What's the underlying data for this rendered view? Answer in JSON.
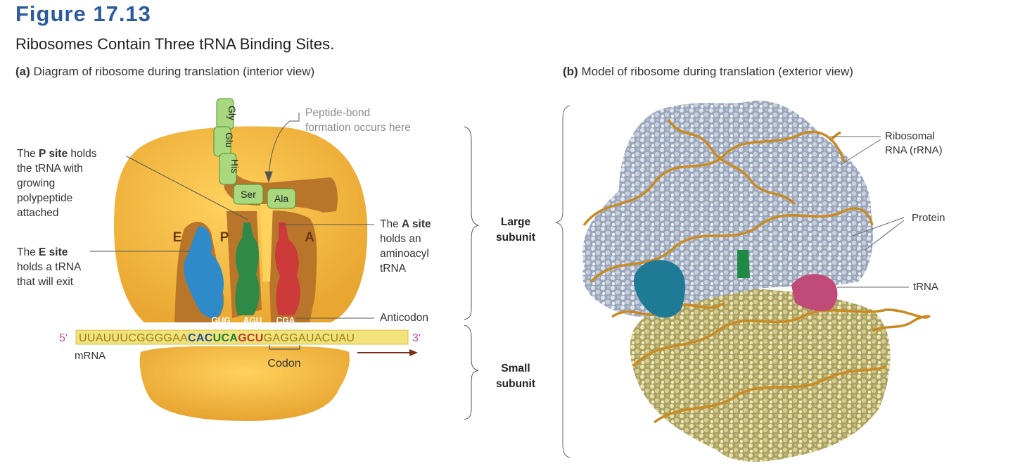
{
  "figure_label": "Figure 17.13",
  "figure_title": "Ribosomes Contain Three tRNA Binding Sites.",
  "panel_a": {
    "letter": "(a)",
    "title": "Diagram of ribosome during translation (interior view)",
    "peptide_bond_note": [
      "Peptide-bond",
      "formation occurs here"
    ],
    "p_site": {
      "prefix": "The ",
      "bold": "P site",
      "suffix": " holds",
      "rest": [
        "the tRNA with",
        "growing",
        "polypeptide",
        "attached"
      ]
    },
    "e_site": {
      "prefix": "The ",
      "bold": "E site",
      "rest": [
        "holds a tRNA",
        "that will exit"
      ]
    },
    "a_site": {
      "prefix": "The ",
      "bold": "A site",
      "rest": [
        "holds an",
        "aminoacyl",
        "tRNA"
      ]
    },
    "site_letters": {
      "e": "E",
      "p": "P",
      "a": "A"
    },
    "amino_acids": [
      "Gly",
      "Glu",
      "His",
      "Ser",
      "Ala"
    ],
    "anticodons": [
      "GUG",
      "AGU",
      "CGA"
    ],
    "anticodon_label": "Anticodon",
    "mrna": {
      "five_prime": "5′",
      "three_prime": "3′",
      "seq_pre": "UUAUUUCGGGGAA",
      "codon_e": "CAC",
      "codon_p": "UCA",
      "codon_a": "GCU",
      "seq_post": "GAGGAUACUAU",
      "label": "mRNA"
    },
    "codon_label": "Codon",
    "large_subunit": [
      "Large",
      "subunit"
    ],
    "small_subunit": [
      "Small",
      "subunit"
    ]
  },
  "panel_b": {
    "letter": "(b)",
    "title": "Model of ribosome during translation (exterior view)",
    "rrna_label": [
      "Ribosomal",
      "RNA (rRNA)"
    ],
    "protein_label": "Protein",
    "trna_label": "tRNA"
  },
  "colors": {
    "heading_blue": "#2c5aa0",
    "ribosome_yellow": "#f2bb3c",
    "ribosome_shadow": "#b9762b",
    "amino_green": "#a9d87e",
    "e_trna_blue": "#2f8ac9",
    "p_trna_green": "#2f8a48",
    "a_trna_red": "#cc3a3a",
    "mrna_band": "#f1e27a",
    "rrna_orange": "#c98a22",
    "protein_gray": "#a6b2c4",
    "small_subunit_khaki": "#c8bd80"
  }
}
